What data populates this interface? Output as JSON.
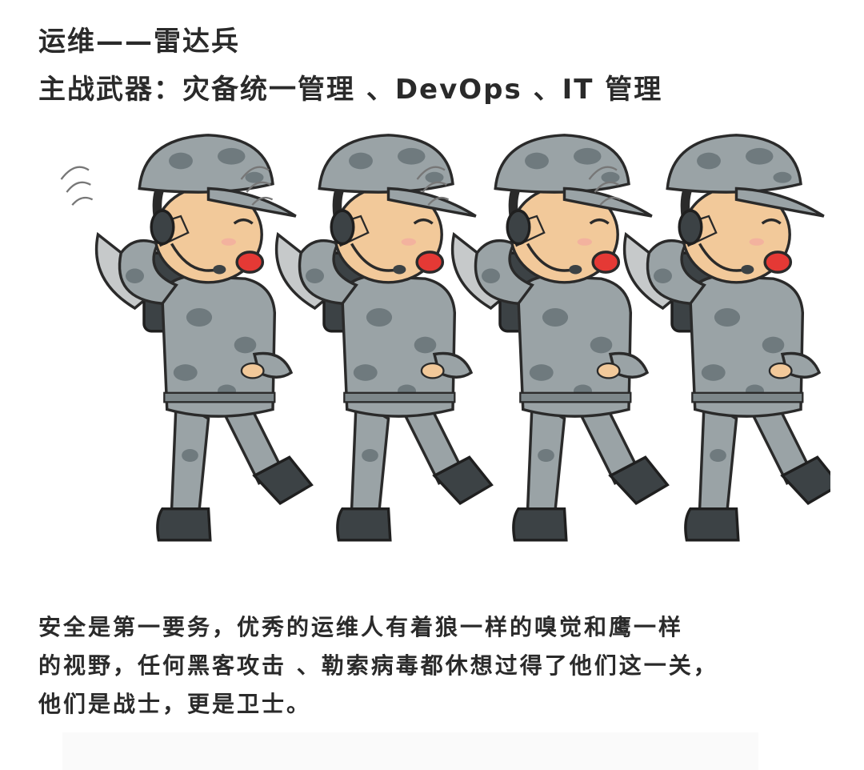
{
  "heading": {
    "line1": "运维——雷达兵",
    "line2": "主战武器：灾备统一管理 、DevOps 、IT 管理"
  },
  "illustration": {
    "figure_count": 4
  },
  "caption": {
    "lines": [
      "安全是第一要务，优秀的运维人有着狼一样的嗅觉和鹰一样",
      "的视野，任何黑客攻击 、勒索病毒都休想过得了他们这一关，",
      "他们是战士，更是卫士。"
    ]
  },
  "colors": {
    "uniform": "#9aa3a6",
    "camo": "#6f7a7e",
    "skin": "#f2c99a",
    "mouth": "#e53935",
    "boot": "#3c4245",
    "outline": "#2a2a2a"
  }
}
